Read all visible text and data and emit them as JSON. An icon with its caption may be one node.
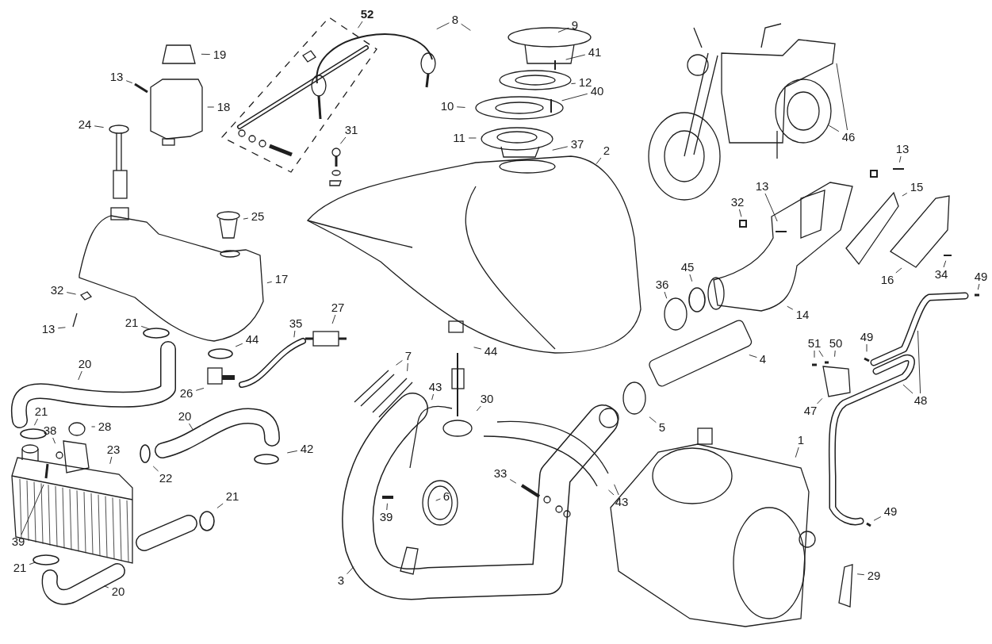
{
  "diagram": {
    "nodes": [
      {
        "text": [
          "52"
        ]
      },
      {
        "text": [
          "8"
        ]
      },
      {
        "text": [
          "9"
        ]
      },
      {
        "text": [
          "19"
        ]
      },
      {
        "text": [
          "41"
        ]
      },
      {
        "text": [
          "13"
        ]
      },
      {
        "text": [
          "12"
        ]
      },
      {
        "text": [
          "40"
        ]
      },
      {
        "text": [
          "10"
        ]
      },
      {
        "text": [
          "18"
        ]
      },
      {
        "text": [
          "24"
        ]
      },
      {
        "text": [
          "31"
        ]
      },
      {
        "text": [
          "46"
        ]
      },
      {
        "text": [
          "11"
        ]
      },
      {
        "text": [
          "37"
        ]
      },
      {
        "text": [
          "13"
        ]
      },
      {
        "text": [
          "2"
        ]
      },
      {
        "text": [
          "13"
        ]
      },
      {
        "text": [
          "15"
        ]
      },
      {
        "text": [
          "32"
        ]
      },
      {
        "text": [
          "25"
        ]
      },
      {
        "text": [
          "17"
        ]
      },
      {
        "text": [
          "16"
        ]
      },
      {
        "text": [
          "34"
        ]
      },
      {
        "text": [
          "49"
        ]
      },
      {
        "text": [
          "36"
        ]
      },
      {
        "text": [
          "45"
        ]
      },
      {
        "text": [
          "32"
        ]
      },
      {
        "text": [
          "27"
        ]
      },
      {
        "text": [
          "14"
        ]
      },
      {
        "text": [
          "21"
        ]
      },
      {
        "text": [
          "35"
        ]
      },
      {
        "text": [
          "13"
        ]
      },
      {
        "text": [
          "49"
        ]
      },
      {
        "text": [
          "51"
        ]
      },
      {
        "text": [
          "50"
        ]
      },
      {
        "text": [
          "44"
        ]
      },
      {
        "text": [
          "44"
        ]
      },
      {
        "text": [
          "7"
        ]
      },
      {
        "text": [
          "4"
        ]
      },
      {
        "text": [
          "20"
        ]
      },
      {
        "text": [
          "43"
        ]
      },
      {
        "text": [
          "26"
        ]
      },
      {
        "text": [
          "30"
        ]
      },
      {
        "text": [
          "48"
        ]
      },
      {
        "text": [
          "47"
        ]
      },
      {
        "text": [
          "21"
        ]
      },
      {
        "text": [
          "20"
        ]
      },
      {
        "text": [
          "28"
        ]
      },
      {
        "text": [
          "5"
        ]
      },
      {
        "text": [
          "38"
        ]
      },
      {
        "text": [
          "1"
        ]
      },
      {
        "text": [
          "42"
        ]
      },
      {
        "text": [
          "23"
        ]
      },
      {
        "text": [
          "33"
        ]
      },
      {
        "text": [
          "22"
        ]
      },
      {
        "text": [
          "21"
        ]
      },
      {
        "text": [
          "6"
        ]
      },
      {
        "text": [
          "43"
        ]
      },
      {
        "text": [
          "49"
        ]
      },
      {
        "text": [
          "39"
        ]
      },
      {
        "text": [
          "39"
        ]
      },
      {
        "text": [
          "21"
        ]
      },
      {
        "text": [
          "3"
        ]
      },
      {
        "text": [
          "29"
        ]
      },
      {
        "text": [
          "20"
        ]
      }
    ],
    "edges": [
      {
        "from": 0,
        "to": null,
        "arrow": "none"
      },
      {
        "from": 1,
        "to": null,
        "arrow": "none"
      },
      {
        "from": 1,
        "to": null,
        "arrow": "none"
      },
      {
        "from": 2,
        "to": null,
        "arrow": "none"
      },
      {
        "from": 3,
        "to": null,
        "arrow": "none"
      },
      {
        "from": 4,
        "to": null,
        "arrow": "none"
      },
      {
        "from": 5,
        "to": null,
        "arrow": "none"
      },
      {
        "from": 6,
        "to": null,
        "arrow": "none"
      },
      {
        "from": 7,
        "to": null,
        "arrow": "none"
      },
      {
        "from": 8,
        "to": null,
        "arrow": "none"
      },
      {
        "from": 9,
        "to": null,
        "arrow": "none"
      },
      {
        "from": 10,
        "to": null,
        "arrow": "none"
      },
      {
        "from": 11,
        "to": null,
        "arrow": "none"
      },
      {
        "from": 12,
        "to": null,
        "arrow": "none"
      },
      {
        "from": 12,
        "to": null,
        "arrow": "none"
      },
      {
        "from": 13,
        "to": null,
        "arrow": "none"
      },
      {
        "from": 14,
        "to": null,
        "arrow": "none"
      },
      {
        "from": 15,
        "to": null,
        "arrow": "none"
      },
      {
        "from": 16,
        "to": null,
        "arrow": "none"
      },
      {
        "from": 17,
        "to": null,
        "arrow": "none"
      },
      {
        "from": 18,
        "to": null,
        "arrow": "none"
      },
      {
        "from": 19,
        "to": null,
        "arrow": "none"
      },
      {
        "from": 20,
        "to": null,
        "arrow": "none"
      },
      {
        "from": 21,
        "to": null,
        "arrow": "none"
      },
      {
        "from": 22,
        "to": null,
        "arrow": "none"
      },
      {
        "from": 23,
        "to": null,
        "arrow": "none"
      },
      {
        "from": 24,
        "to": null,
        "arrow": "none"
      },
      {
        "from": 25,
        "to": null,
        "arrow": "none"
      },
      {
        "from": 26,
        "to": null,
        "arrow": "none"
      },
      {
        "from": 27,
        "to": null,
        "arrow": "none"
      },
      {
        "from": 28,
        "to": null,
        "arrow": "none"
      },
      {
        "from": 29,
        "to": null,
        "arrow": "none"
      },
      {
        "from": 30,
        "to": null,
        "arrow": "none"
      },
      {
        "from": 31,
        "to": null,
        "arrow": "none"
      },
      {
        "from": 32,
        "to": null,
        "arrow": "none"
      },
      {
        "from": 33,
        "to": null,
        "arrow": "none"
      },
      {
        "from": 34,
        "to": null,
        "arrow": "none"
      },
      {
        "from": 34,
        "to": null,
        "arrow": "none"
      },
      {
        "from": 35,
        "to": null,
        "arrow": "none"
      },
      {
        "from": 36,
        "to": null,
        "arrow": "none"
      },
      {
        "from": 37,
        "to": null,
        "arrow": "none"
      },
      {
        "from": 38,
        "to": null,
        "arrow": "none"
      },
      {
        "from": 38,
        "to": null,
        "arrow": "none"
      },
      {
        "from": 39,
        "to": null,
        "arrow": "none"
      },
      {
        "from": 40,
        "to": null,
        "arrow": "none"
      },
      {
        "from": 41,
        "to": null,
        "arrow": "none"
      },
      {
        "from": 42,
        "to": null,
        "arrow": "none"
      },
      {
        "from": 43,
        "to": null,
        "arrow": "none"
      },
      {
        "from": 44,
        "to": null,
        "arrow": "none"
      },
      {
        "from": 44,
        "to": null,
        "arrow": "none"
      },
      {
        "from": 45,
        "to": null,
        "arrow": "none"
      },
      {
        "from": 46,
        "to": null,
        "arrow": "none"
      },
      {
        "from": 47,
        "to": null,
        "arrow": "none"
      },
      {
        "from": 48,
        "to": null,
        "arrow": "none"
      },
      {
        "from": 49,
        "to": null,
        "arrow": "none"
      },
      {
        "from": 50,
        "to": null,
        "arrow": "none"
      },
      {
        "from": 51,
        "to": null,
        "arrow": "none"
      },
      {
        "from": 52,
        "to": null,
        "arrow": "none"
      },
      {
        "from": 53,
        "to": null,
        "arrow": "none"
      },
      {
        "from": 54,
        "to": null,
        "arrow": "none"
      },
      {
        "from": 55,
        "to": null,
        "arrow": "none"
      },
      {
        "from": 56,
        "to": null,
        "arrow": "none"
      },
      {
        "from": 57,
        "to": null,
        "arrow": "none"
      },
      {
        "from": 58,
        "to": null,
        "arrow": "none"
      },
      {
        "from": 58,
        "to": null,
        "arrow": "none"
      },
      {
        "from": 59,
        "to": null,
        "arrow": "none"
      },
      {
        "from": 60,
        "to": null,
        "arrow": "none"
      },
      {
        "from": 61,
        "to": null,
        "arrow": "none"
      },
      {
        "from": 62,
        "to": null,
        "arrow": "none"
      },
      {
        "from": 63,
        "to": null,
        "arrow": "none"
      },
      {
        "from": 64,
        "to": null,
        "arrow": "none"
      },
      {
        "from": 65,
        "to": null,
        "arrow": "none"
      }
    ]
  }
}
